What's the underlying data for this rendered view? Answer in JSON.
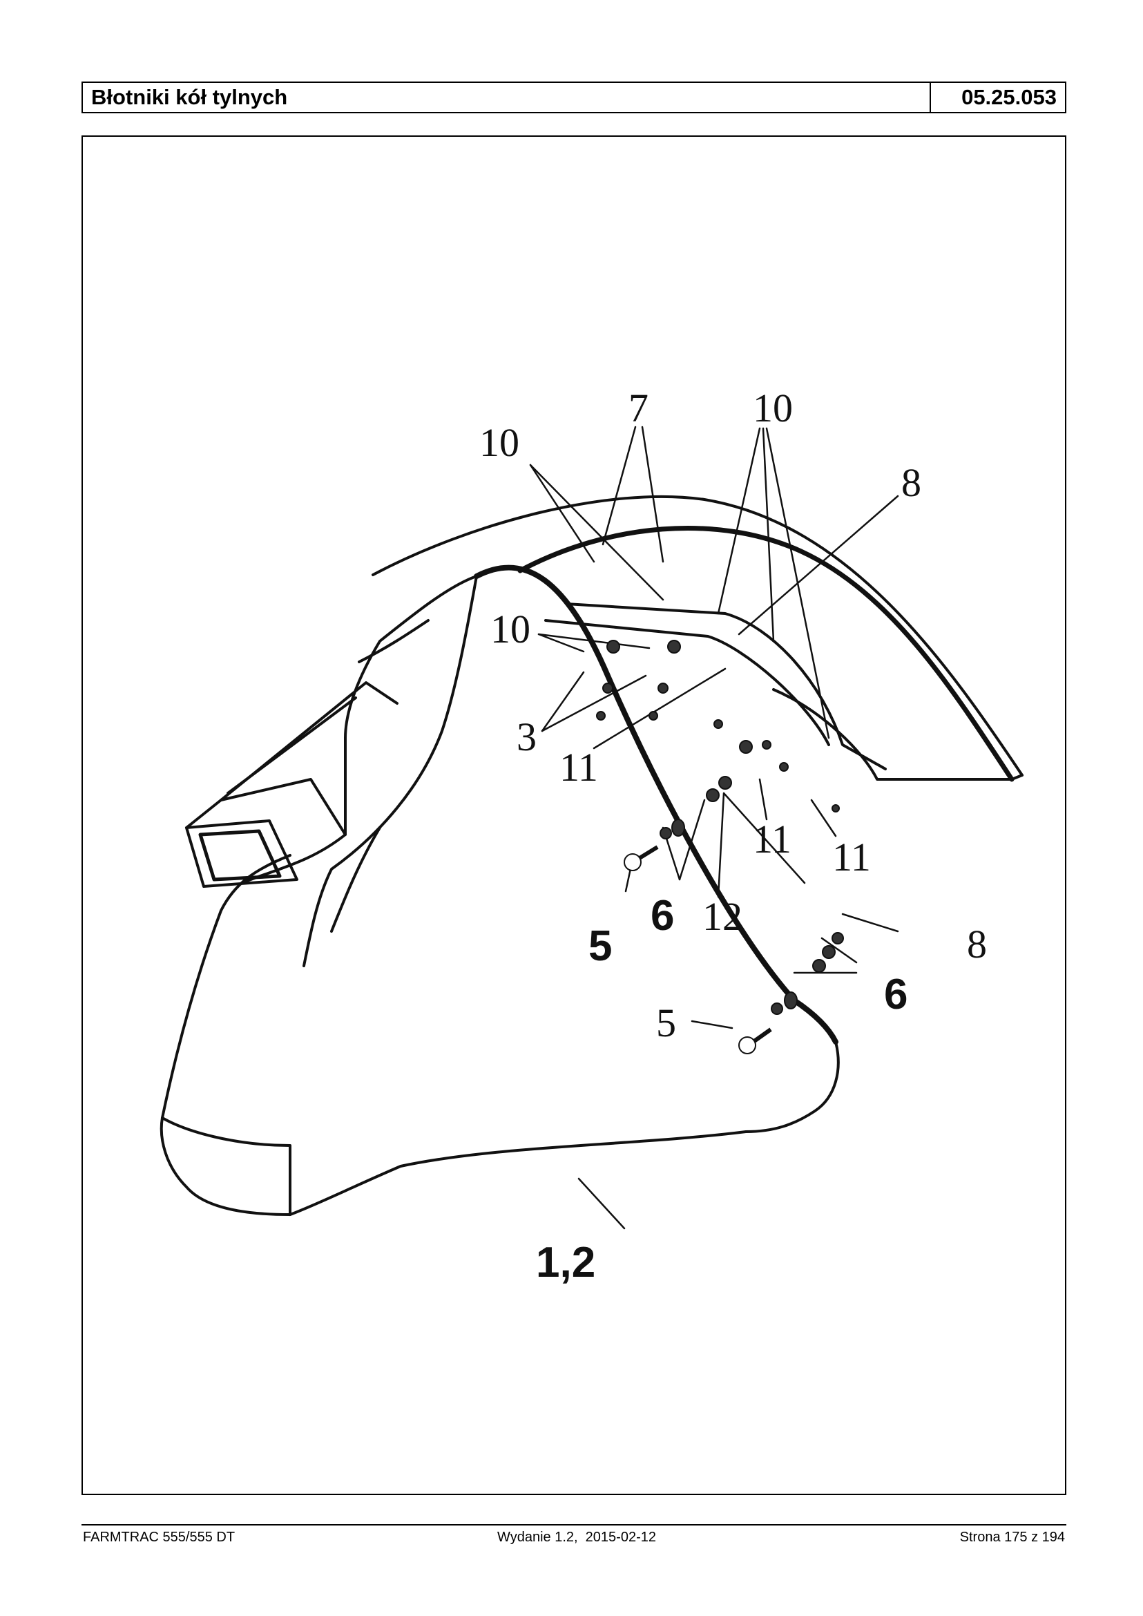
{
  "header": {
    "title": "Błotniki kół tylnych",
    "code": "05.25.053"
  },
  "figure": {
    "callouts": [
      "10",
      "7",
      "10",
      "8",
      "10",
      "3",
      "11",
      "11",
      "11",
      "5",
      "6",
      "12",
      "8",
      "6",
      "5",
      "1,2"
    ]
  },
  "footer": {
    "model": "FARMTRAC 555/555 DT",
    "edition": "Wydanie 1.2,  2015-02-12",
    "page": "Strona 175 z 194"
  }
}
